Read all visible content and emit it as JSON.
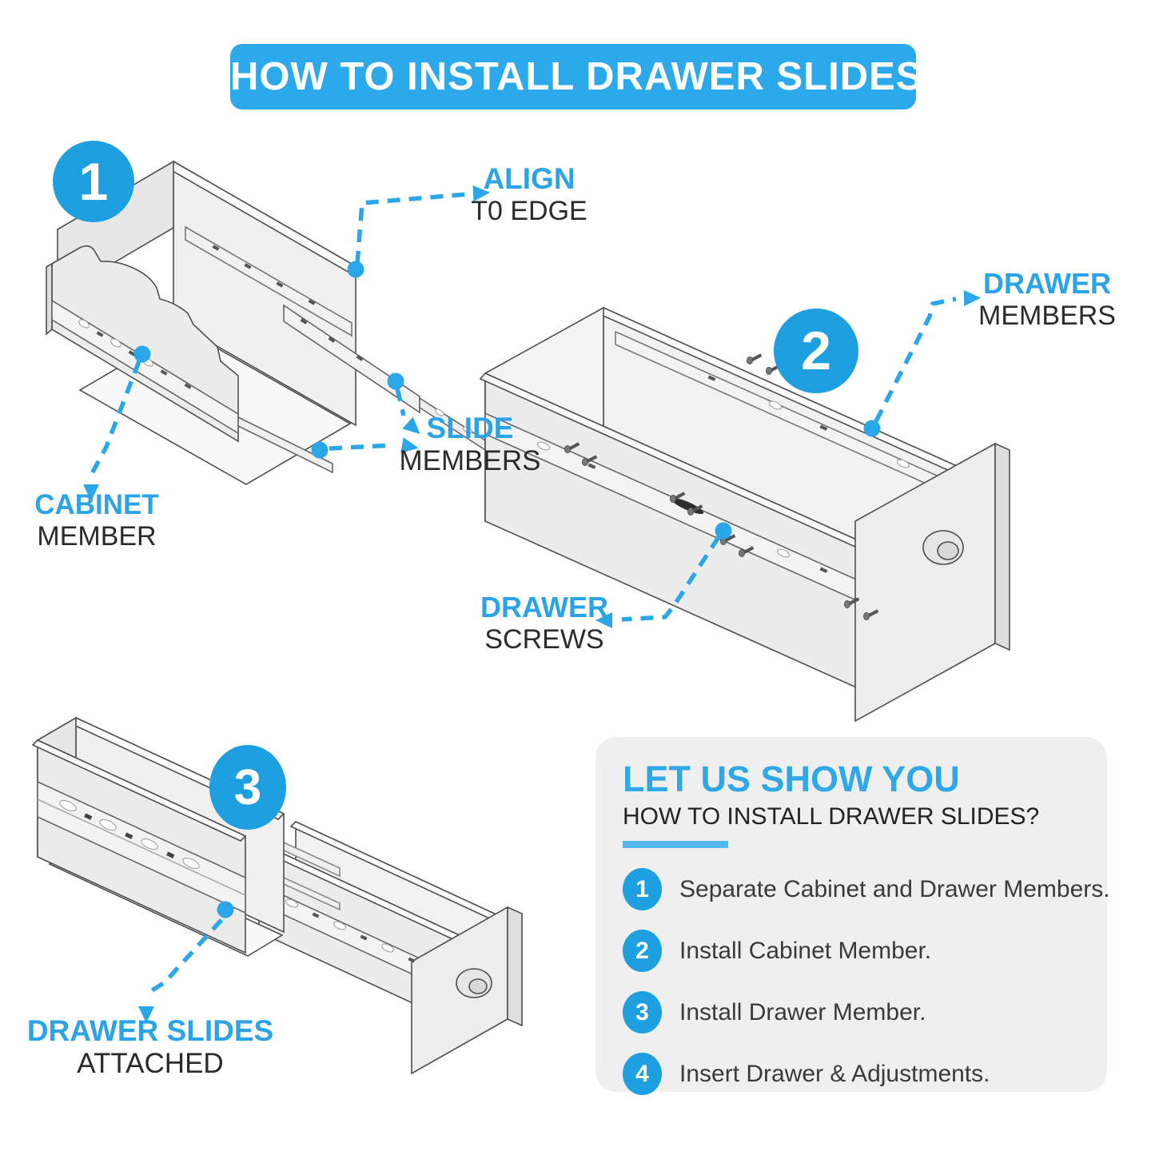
{
  "title": "HOW TO INSTALL DRAWER SLIDES?",
  "colors": {
    "banner_blue": "#2BA9EA",
    "badge_blue": "#1E9FE0",
    "accent_blue": "#2BA3E6",
    "underline_blue": "#55B7EC",
    "panel_gray": "#EFEFEF",
    "label_dark": "#2b2b2b"
  },
  "steps": [
    {
      "number": "1"
    },
    {
      "number": "2"
    },
    {
      "number": "3"
    }
  ],
  "callouts": {
    "align": {
      "blue": "ALIGN",
      "dark": "T0 EDGE"
    },
    "slide_members": {
      "blue": "SLIDE",
      "dark": "MEMBERS"
    },
    "cabinet_member": {
      "blue": "CABINET",
      "dark": "MEMBER"
    },
    "drawer_members": {
      "blue": "DRAWER",
      "dark": "MEMBERS"
    },
    "drawer_screws": {
      "blue": "DRAWER",
      "dark": "SCREWS"
    },
    "drawer_slides": {
      "blue": "DRAWER SLIDES",
      "dark": "ATTACHED"
    }
  },
  "panel": {
    "heading": "LET US SHOW YOU",
    "subheading": "HOW TO INSTALL DRAWER SLIDES?",
    "items": [
      {
        "number": "1",
        "text": "Separate Cabinet and Drawer Members."
      },
      {
        "number": "2",
        "text": "Install Cabinet Member."
      },
      {
        "number": "3",
        "text": "Install Drawer Member."
      },
      {
        "number": "4",
        "text": "Insert Drawer & Adjustments."
      }
    ]
  }
}
